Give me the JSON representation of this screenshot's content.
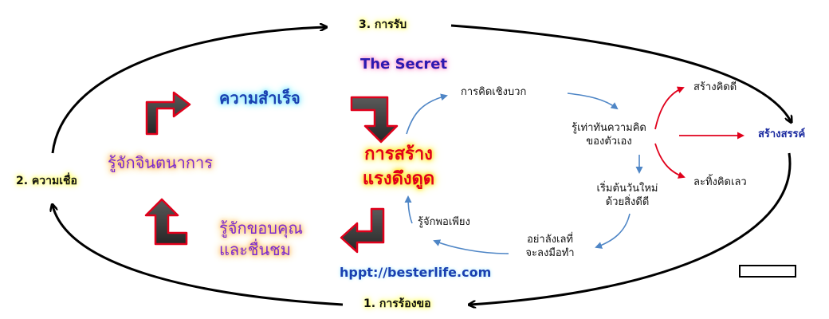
{
  "outer_cycle": {
    "step1": "1. การร้องขอ",
    "step2": "2. ความเชื่อ",
    "step3": "3. การรับ"
  },
  "title": "The Secret",
  "success": "ความสำเร็จ",
  "imagination": "รู้จักจินตนาการ",
  "gratitude_line1": "รู้จักขอบคุณ",
  "gratitude_line2": "และชื่นชม",
  "center_line1": "การสร้าง",
  "center_line2": "แรงดึงดูด",
  "website": "hppt://besterlife.com",
  "flow": {
    "positive_thinking": "การคิดเชิงบวก",
    "self_aware_line1": "รู้เท่าทันความคิด",
    "self_aware_line2": "ของตัวเอง",
    "new_day_line1": "เริ่มต้นวันใหม่",
    "new_day_line2": "ด้วยสิ่งดีดี",
    "act_line1": "อย่าลังเลที่",
    "act_line2": "จะลงมือทำ",
    "sufficiency": "รู้จักพอเพียง"
  },
  "branches": {
    "create_good": "สร้างคิดดี",
    "creative": "สร้างสรรค์",
    "drop_bad": "ละทิ้งคิดเลว"
  },
  "colors": {
    "red": "#e0001b",
    "dark": "#3a3a3a",
    "steel_blue": "#4f86c6",
    "navy": "#1a2aa0"
  }
}
